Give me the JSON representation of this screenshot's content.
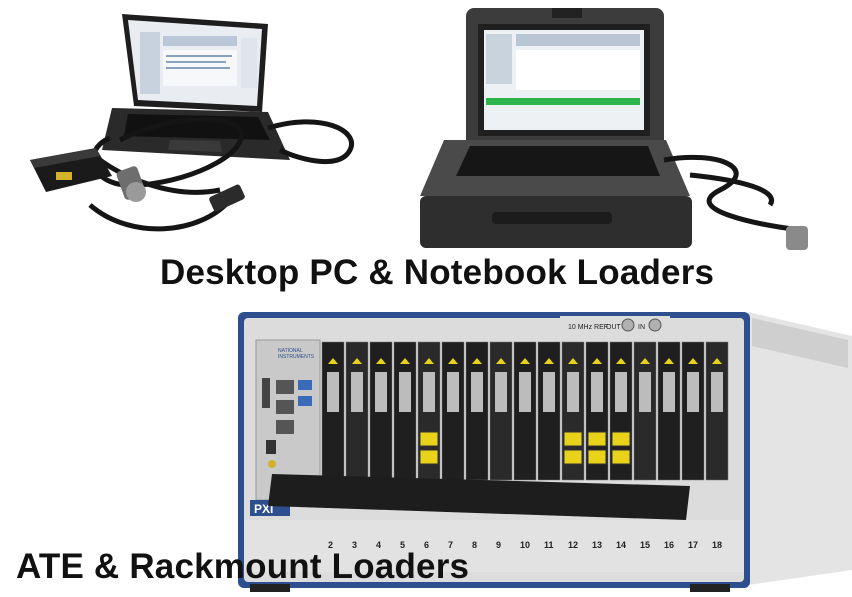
{
  "headings": {
    "desktop": "Desktop PC & Notebook Loaders",
    "ate": "ATE & Rackmount Loaders"
  },
  "labels": {
    "pxi_badge": "PXI",
    "ref_label": "10 MHz REF",
    "out_label": "OUT",
    "in_label": "IN",
    "brand_line1": "NATIONAL",
    "brand_line2": "INSTRUMENTS",
    "box_logo": "",
    "slot_numbers": [
      "2",
      "3",
      "4",
      "5",
      "6",
      "7",
      "8",
      "9",
      "10",
      "11",
      "12",
      "13",
      "14",
      "15",
      "16",
      "17",
      "18"
    ]
  },
  "colors": {
    "chassis_blue": "#2d4f8e",
    "connector_yellow": "#e8d21a",
    "screen_green": "#2bb54a"
  }
}
